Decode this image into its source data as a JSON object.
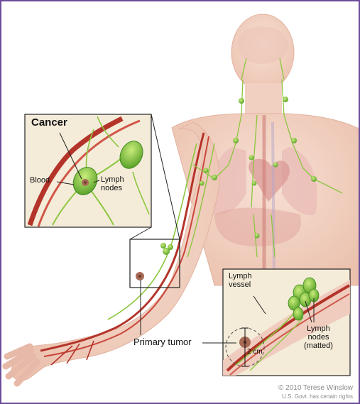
{
  "frame_color": "#6b4c9a",
  "colors": {
    "skin": "#f2d4c6",
    "skin_shadow": "#e7b9a8",
    "blood": "#b4342a",
    "lymph": "#8cc63f",
    "lymph_dark": "#3f8a1f",
    "tumor": "#a86a55"
  },
  "labels": {
    "cancer": "Cancer",
    "blood": "Blood",
    "lymph_nodes_inset": "Lymph\nnodes",
    "primary_tumor": "Primary tumor",
    "lymph_vessel": "Lymph\nvessel",
    "lymph_nodes_matted": "Lymph\nnodes\n(matted)",
    "measure": "2 cm"
  },
  "credit": {
    "line1": "© 2010 Terese Winslow",
    "line2": "U.S. Govt. has certain rights"
  }
}
